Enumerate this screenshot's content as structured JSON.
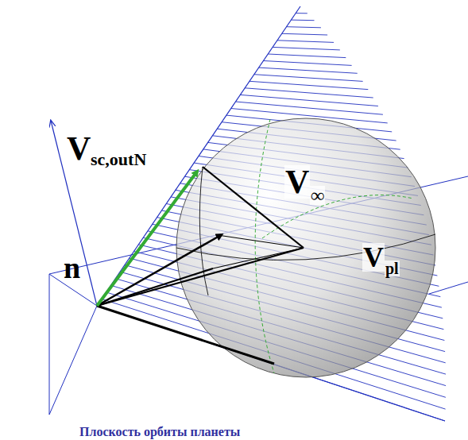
{
  "diagram": {
    "labels": [
      "V",
      "sc,outN",
      "n",
      "V",
      "∞",
      "V",
      "pl",
      "Плоскость орбиты планеты"
    ]
  }
}
